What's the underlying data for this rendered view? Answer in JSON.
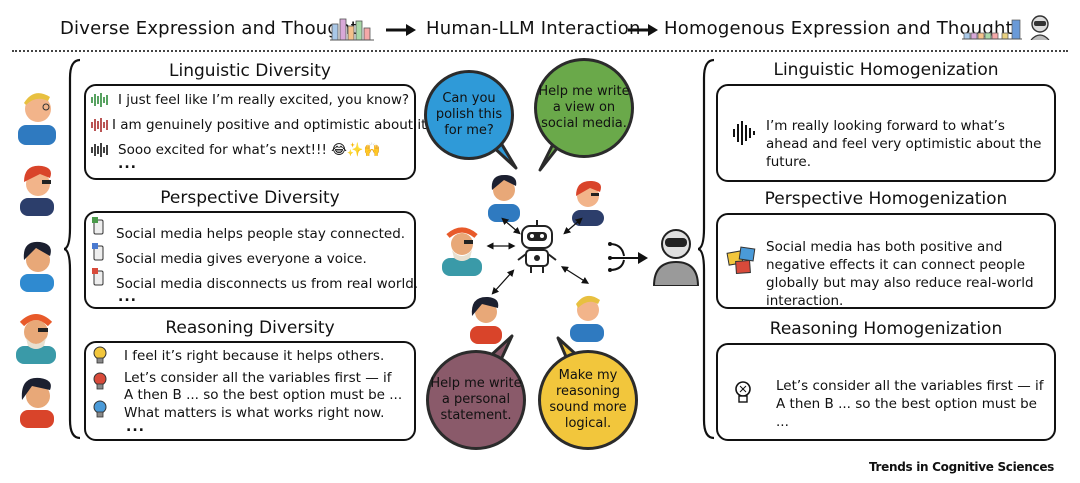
{
  "header": {
    "left": "Diverse Expression and Thought",
    "middle": "Human-LLM Interaction",
    "right": "Homogenous Expression and Thought"
  },
  "left": {
    "linguistic": {
      "title": "Linguistic Diversity",
      "lines": [
        "I just feel like I’m really excited, you know?",
        "I am genuinely positive and optimistic about it.",
        "Sooo excited for what’s next!!! 😂✨🙌"
      ],
      "more": "..."
    },
    "perspective": {
      "title": "Perspective Diversity",
      "lines": [
        "Social media helps people stay connected.",
        "Social media gives everyone a voice.",
        "Social media disconnects us from real world."
      ],
      "more": "..."
    },
    "reasoning": {
      "title": "Reasoning Diversity",
      "lines": [
        "I feel it’s right because it helps others.",
        "Let’s consider all the variables first — if",
        "A then B ... so the best option must be ...",
        "What matters is what works right now."
      ],
      "more": "..."
    }
  },
  "center": {
    "bubbles": [
      "Can you polish this for me?",
      "Help me write a view on social media.",
      "Help me write a personal statement.",
      "Make my reasoning sound more logical."
    ]
  },
  "right": {
    "linguistic": {
      "title": "Linguistic Homogenization",
      "text": "I’m really looking forward to what’s ahead and feel very optimistic about the future."
    },
    "perspective": {
      "title": "Perspective Homogenization",
      "text": "Social media has both positive and negative effects it can connect people globally but may also reduce real-world interaction."
    },
    "reasoning": {
      "title": "Reasoning Homogenization",
      "text": "Let’s consider all the variables first — if A then B ... so the best option must be ..."
    }
  },
  "footer": "Trends in Cognitive Sciences",
  "colors": {
    "blue": "#2f9ad8",
    "green": "#6aa94a",
    "purple": "#8a5a6a",
    "yellow": "#f2c63c"
  }
}
